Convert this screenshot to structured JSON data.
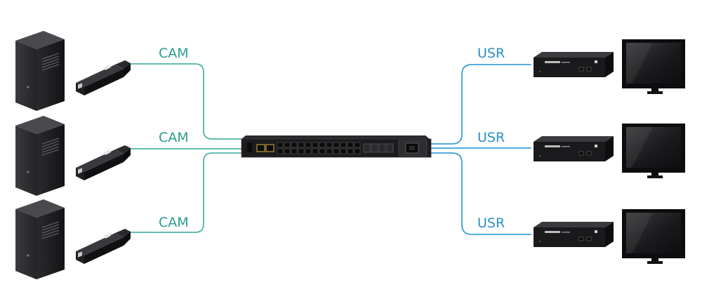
{
  "colors": {
    "cam_line": "#4fb3a6",
    "usr_line": "#3aa0d6",
    "label_cam": "#2a9d8f",
    "label_usr": "#2b8fc7",
    "device_dark": "#1c1c1e",
    "port_yellow": "#d9b43a"
  },
  "left": {
    "rows": [
      {
        "label": "CAM",
        "device": "computer-tower",
        "extender": "cam-module"
      },
      {
        "label": "CAM",
        "device": "computer-tower",
        "extender": "cam-module"
      },
      {
        "label": "CAM",
        "device": "computer-tower",
        "extender": "cam-module"
      }
    ]
  },
  "center": {
    "device": "network-switch"
  },
  "right": {
    "rows": [
      {
        "label": "USR",
        "device": "user-station",
        "display": "monitor"
      },
      {
        "label": "USR",
        "device": "user-station",
        "display": "monitor"
      },
      {
        "label": "USR",
        "device": "user-station",
        "display": "monitor"
      }
    ]
  }
}
